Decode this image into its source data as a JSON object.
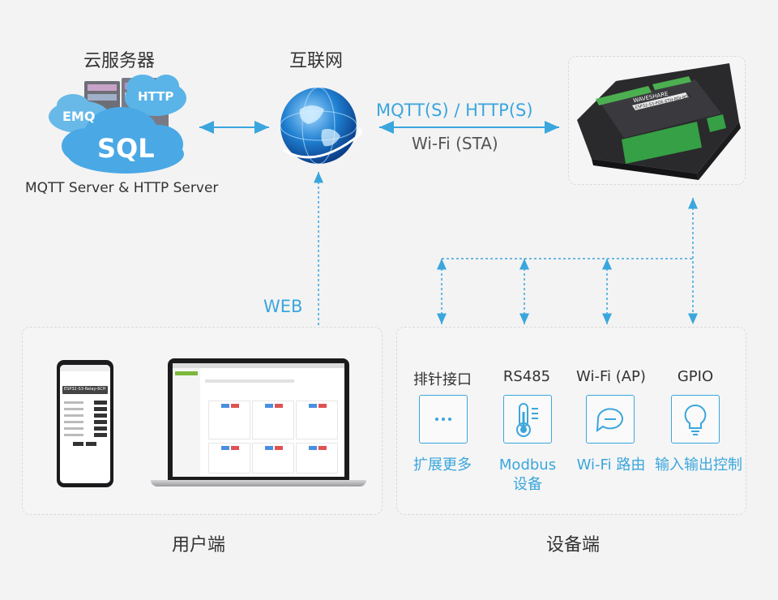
{
  "server": {
    "title": "云服务器",
    "caption": "MQTT Server & HTTP Server",
    "cloud_labels": [
      "EMQ",
      "HTTP",
      "SQL"
    ]
  },
  "internet": {
    "title": "互联网"
  },
  "link": {
    "protocol": "MQTT(S) / HTTP(S)",
    "mode": "Wi-Fi (STA)"
  },
  "web": {
    "label": "WEB"
  },
  "device": {
    "brand": "WAVESHARE",
    "model": "ESP32-S3-POE-ETH-8DI-8DO",
    "phone_screen_title": "ESP32-S3-Relay-6CH"
  },
  "user_side": {
    "title": "用户端"
  },
  "device_side": {
    "title": "设备端",
    "columns": [
      {
        "head": "排针接口",
        "icon": "dots-icon",
        "foot": "扩展更多"
      },
      {
        "head": "RS485",
        "icon": "thermometer-icon",
        "foot": "Modbus\n设备"
      },
      {
        "head": "Wi-Fi (AP)",
        "icon": "wifi-router-icon",
        "foot": "Wi-Fi 路由"
      },
      {
        "head": "GPIO",
        "icon": "bulb-icon",
        "foot": "输入输出控制"
      }
    ]
  },
  "colors": {
    "accent": "#3aa6dd",
    "panel_border": "#d9d9d9",
    "background": "#f3f3f3"
  }
}
